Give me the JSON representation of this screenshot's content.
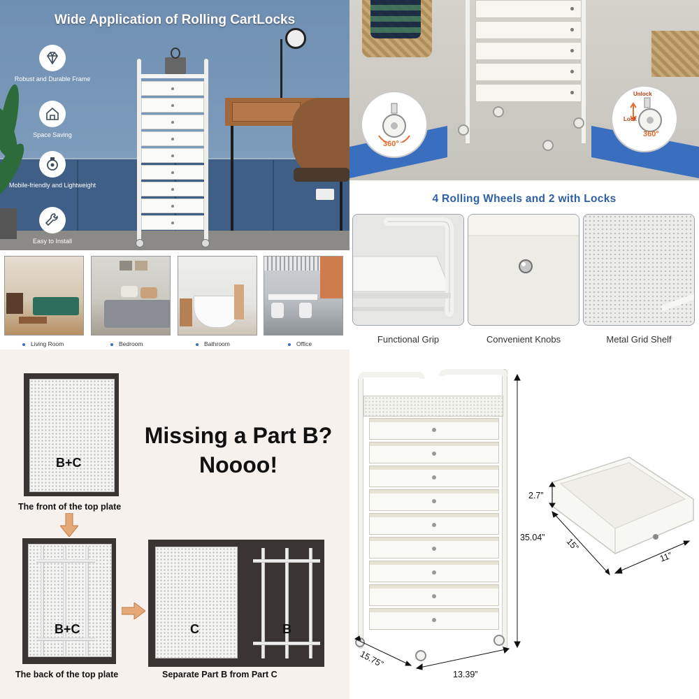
{
  "panel_application": {
    "title": "Wide Application of Rolling CartLocks",
    "features": [
      {
        "label": "Robust and Durable Frame",
        "icon": "diamond-icon"
      },
      {
        "label": "Space Saving",
        "icon": "house-icon"
      },
      {
        "label": "Mobile-friendly and Lightweight",
        "icon": "wheel-icon"
      },
      {
        "label": "Easy to Install",
        "icon": "wrench-icon"
      }
    ]
  },
  "panel_wheels": {
    "degree_left": "360°",
    "degree_right": "360°",
    "unlock_label": "Unlock",
    "lock_label": "Lock",
    "title": "4 Rolling Wheels and 2 with Locks"
  },
  "rooms": [
    {
      "label": "Living Room"
    },
    {
      "label": "Bedroom"
    },
    {
      "label": "Bathroom"
    },
    {
      "label": "Office"
    }
  ],
  "feature_boxes": [
    {
      "label": "Functional Grip"
    },
    {
      "label": "Convenient Knobs"
    },
    {
      "label": "Metal Grid Shelf"
    }
  ],
  "panel_parts": {
    "headline_line1": "Missing a Part B?",
    "headline_line2": "Noooo!",
    "front_label": "B+C",
    "front_caption": "The front of the top plate",
    "back_label": "B+C",
    "back_caption": "The back of the top plate",
    "part_c_label": "C",
    "part_b_label": "B",
    "separate_caption": "Separate Part B from Part C"
  },
  "panel_dimensions": {
    "height": "35.04”",
    "depth": "15.75”",
    "width": "13.39”",
    "drawer_height": "2.7”",
    "drawer_depth": "15”",
    "drawer_width": "11”"
  },
  "colors": {
    "accent_blue": "#2d5fa3",
    "ribbon_blue": "#3a6fbf",
    "degree_orange": "#e36b2c"
  }
}
